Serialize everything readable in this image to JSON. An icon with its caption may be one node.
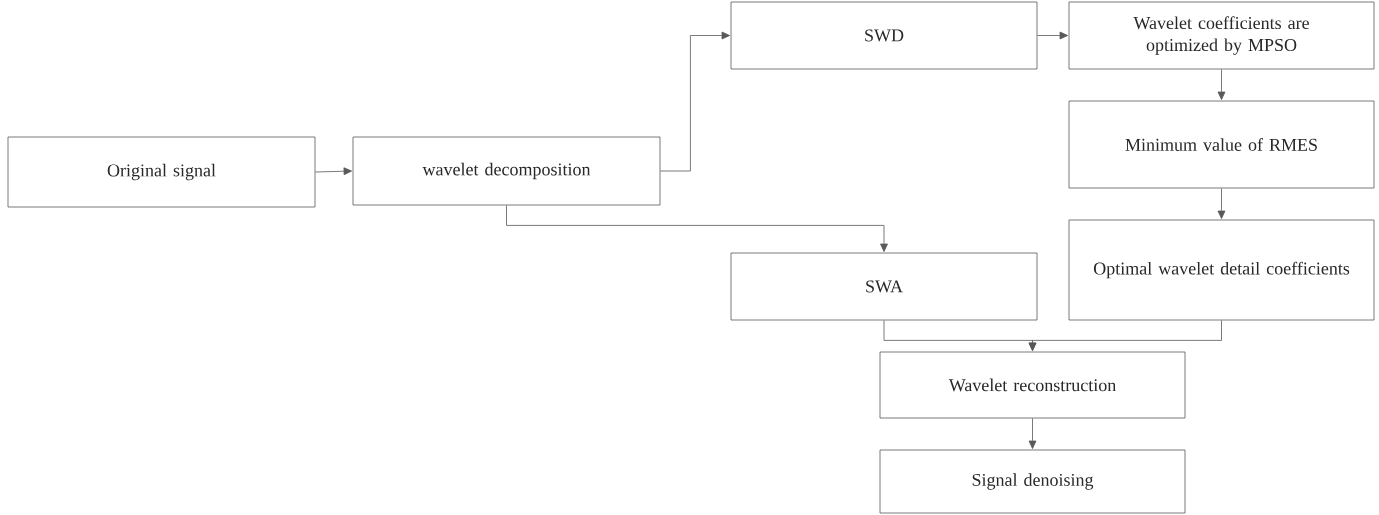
{
  "diagram": {
    "nodes": [
      {
        "text": [
          "Original signal"
        ]
      },
      {
        "text": [
          "wavelet decomposition"
        ]
      },
      {
        "text": [
          "SWD"
        ]
      },
      {
        "text": [
          "Wavelet coefficients are optimized by MPSO"
        ]
      },
      {
        "text": [
          "Minimum value of RMES"
        ]
      },
      {
        "text": [
          "SWA"
        ]
      },
      {
        "text": [
          "Optimal wavelet detail coefficients"
        ]
      },
      {
        "text": [
          "Wavelet reconstruction"
        ]
      },
      {
        "text": [
          "Signal denoising"
        ]
      }
    ],
    "edges": [
      {
        "from": 0,
        "to": 1,
        "arrow": "to"
      },
      {
        "from": 1,
        "to": 2,
        "arrow": "to"
      },
      {
        "from": 1,
        "to": 5,
        "arrow": "to"
      },
      {
        "from": 2,
        "to": 3,
        "arrow": "to"
      },
      {
        "from": 3,
        "to": 4,
        "arrow": "to"
      },
      {
        "from": 4,
        "to": 6,
        "arrow": "to"
      },
      {
        "from": 5,
        "to": 7,
        "arrow": "to"
      },
      {
        "from": 6,
        "to": 7,
        "arrow": "to"
      },
      {
        "from": 7,
        "to": 8,
        "arrow": "to"
      }
    ]
  }
}
